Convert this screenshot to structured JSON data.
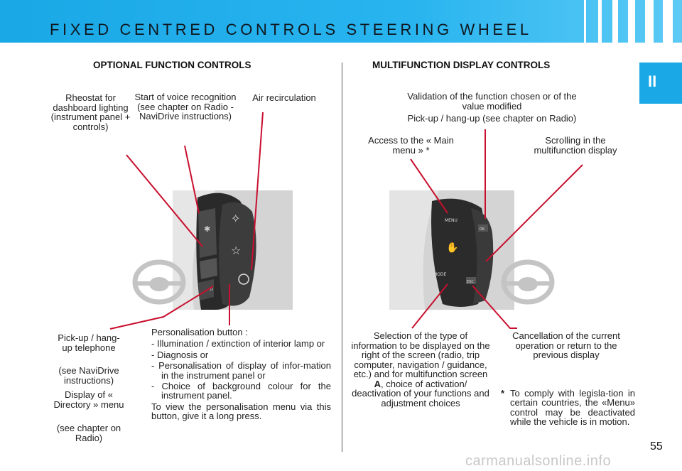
{
  "header": {
    "title": "FIXED CENTRED CONTROLS STEERING WHEEL"
  },
  "chapter_tab": "II",
  "left": {
    "section_title": "OPTIONAL FUNCTION CONTROLS",
    "rheostat": "Rheostat for dashboard lighting (instrument panel + controls)",
    "voice": "Start of voice recognition (see chapter on Radio - NaviDrive instructions)",
    "air": "Air recirculation",
    "pickup": "Pick-up / hang-up telephone",
    "see_navidrive": "(see NaviDrive instructions)",
    "directory": "Display of « Directory » menu",
    "see_radio": "(see chapter on Radio)",
    "personalisation_title": "Personalisation button :",
    "personalisation_items": [
      "Illumination / extinction of interior lamp or",
      "Diagnosis or",
      "Personalisation of display of infor-mation in the instrument panel or",
      "Choice of background colour for the instrument panel."
    ],
    "personalisation_footer": "To view the personalisation menu via this button, give it a long press."
  },
  "right": {
    "section_title": "MULTIFUNCTION DISPLAY CONTROLS",
    "validation": "Validation of the function chosen or of the value modified",
    "pickup": "Pick-up / hang-up (see chapter on Radio)",
    "access": "Access to the « Main menu » *",
    "scrolling": "Scrolling in the multifunction display",
    "selection_1": "Selection of the type of information to be displayed on the right of the screen (radio, trip computer, navigation / guidance, etc.) and for multifunction screen",
    "selection_bold": "A",
    "selection_2": ", choice of activation/ deactivation of your functions and adjustment choices",
    "cancellation": "Cancellation of the current operation or return to the previous display",
    "note_star": "*",
    "note_text": "To comply with legisla-tion in certain countries, the «Menu» control may be deactivated while the vehicle is in motion.",
    "button_labels": {
      "menu": "MENU",
      "mode": "MODE",
      "ok": "OK",
      "esc": "ESC"
    }
  },
  "page_number": "55",
  "watermark": "carmanualsonline.info",
  "colors": {
    "header_blue": "#1aa8e6",
    "leader_red": "#c8102e"
  }
}
